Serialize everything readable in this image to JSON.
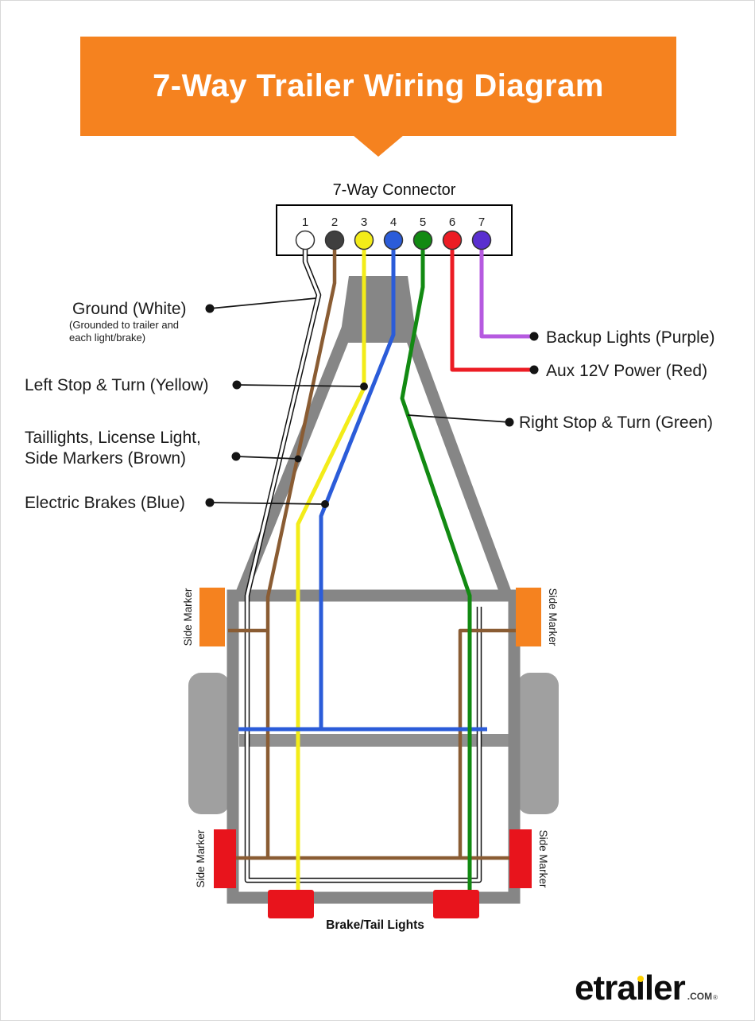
{
  "header": {
    "title": "7-Way Trailer Wiring Diagram"
  },
  "colors": {
    "banner_orange": "#f5821f",
    "frame_gray": "#868686",
    "wheel_gray": "#a0a0a0",
    "axle_gray": "#909090",
    "marker_orange": "#f5821f",
    "marker_red": "#e8141c",
    "light_red": "#e8141c",
    "wire_casing": "#111111",
    "wire_white": "#ffffff",
    "wire_brown": "#8a5c33",
    "wire_yellow": "#f3ec19",
    "wire_blue": "#2b5cd9",
    "wire_green": "#128a12",
    "wire_red": "#ec1c24",
    "wire_purple": "#b65ae0",
    "logo_dot_yellow": "#ffd200"
  },
  "connector": {
    "label": "7-Way Connector",
    "pins": [
      {
        "num": "1",
        "color": "#ffffff"
      },
      {
        "num": "2",
        "color": "#3f3f3f"
      },
      {
        "num": "3",
        "color": "#f3ec19"
      },
      {
        "num": "4",
        "color": "#2b5cd9"
      },
      {
        "num": "5",
        "color": "#128a12"
      },
      {
        "num": "6",
        "color": "#ec1c24"
      },
      {
        "num": "7",
        "color": "#5a2fd0"
      }
    ]
  },
  "labels": {
    "ground": "Ground (White)",
    "ground_note_1": "(Grounded to trailer and",
    "ground_note_2": "each light/brake)",
    "left_turn": "Left Stop & Turn (Yellow)",
    "taillights_1": "Taillights, License Light,",
    "taillights_2": "Side Markers (Brown)",
    "brakes": "Electric Brakes (Blue)",
    "backup": "Backup Lights (Purple)",
    "aux": "Aux 12V Power (Red)",
    "right_turn": "Right Stop & Turn (Green)",
    "side_marker": "Side Marker",
    "brake_tail": "Brake/Tail Lights"
  },
  "logo": {
    "part1": "etra",
    "idot": "ı",
    "part2": "ler",
    "suffix": ".COM",
    "reg": "®"
  }
}
